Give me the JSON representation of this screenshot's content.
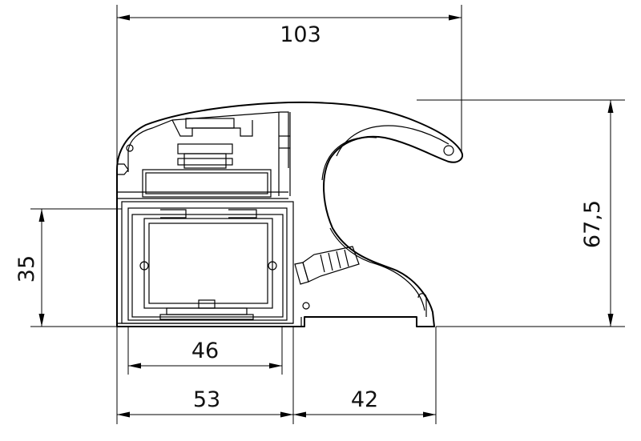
{
  "dimensions": {
    "overall_width": "103",
    "overall_height": "67,5",
    "lower_height": "35",
    "inner_width": "46",
    "left_width": "53",
    "right_width": "42"
  }
}
